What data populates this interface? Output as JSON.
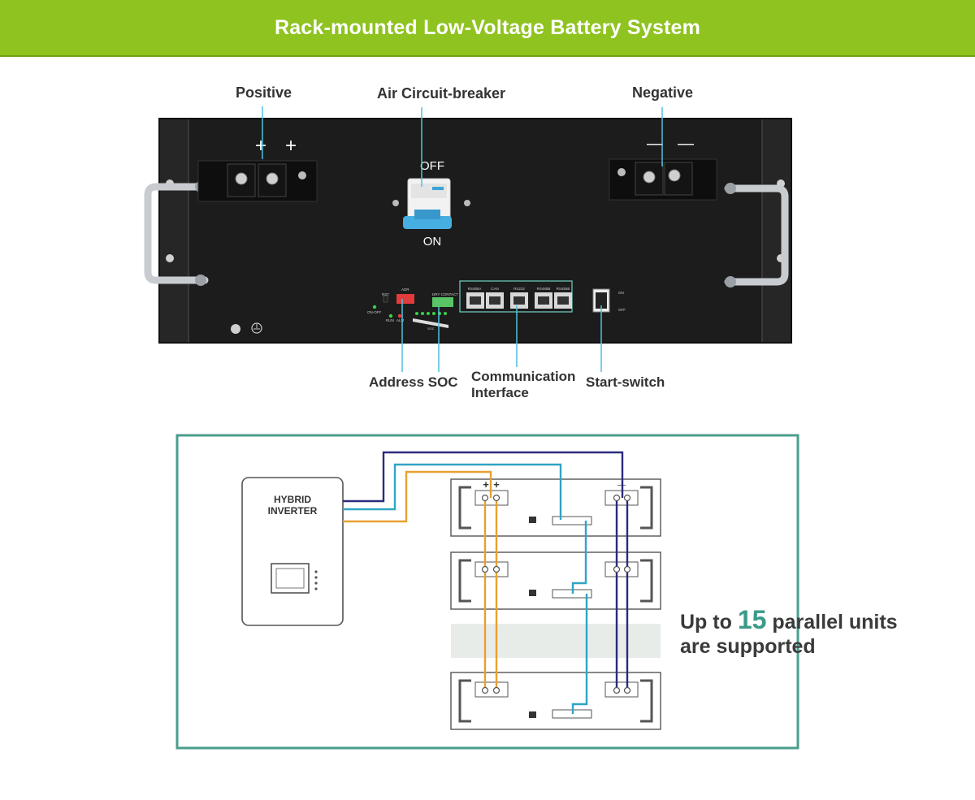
{
  "header": {
    "title": "Rack-mounted Low-Voltage Battery System"
  },
  "labels": {
    "positive": "Positive",
    "air_breaker": "Air Circuit-breaker",
    "negative": "Negative",
    "address_soc": "Address SOC",
    "comm_line1": "Communication",
    "comm_line2": "Interface",
    "start_switch": "Start-switch"
  },
  "panel": {
    "breaker_off": "OFF",
    "breaker_on": "ON",
    "plus": "+",
    "minus": "—",
    "ports": [
      "RS485A",
      "CAN",
      "RS232",
      "RS485B",
      "RS485B"
    ],
    "small_labels": {
      "rst": "RST",
      "adr": "ADR",
      "on_off": "ON-OFF",
      "run": "RUN",
      "alm": "ALM",
      "dry_contact": "DRY CONTACT",
      "soc": "SOC",
      "switch_on": "ON",
      "switch_off": "OFF"
    }
  },
  "diagram": {
    "inverter_line1": "HYBRID",
    "inverter_line2": "INVERTER",
    "footnote_prefix": "Up to ",
    "footnote_number": "15",
    "footnote_suffix": " parallel units",
    "footnote_line2": "are supported"
  },
  "colors": {
    "banner": "#8fc31f",
    "frame": "#4a9e8c",
    "orange": "#e8a030",
    "navy": "#2b2a7e",
    "cyan": "#2fa5c4"
  }
}
